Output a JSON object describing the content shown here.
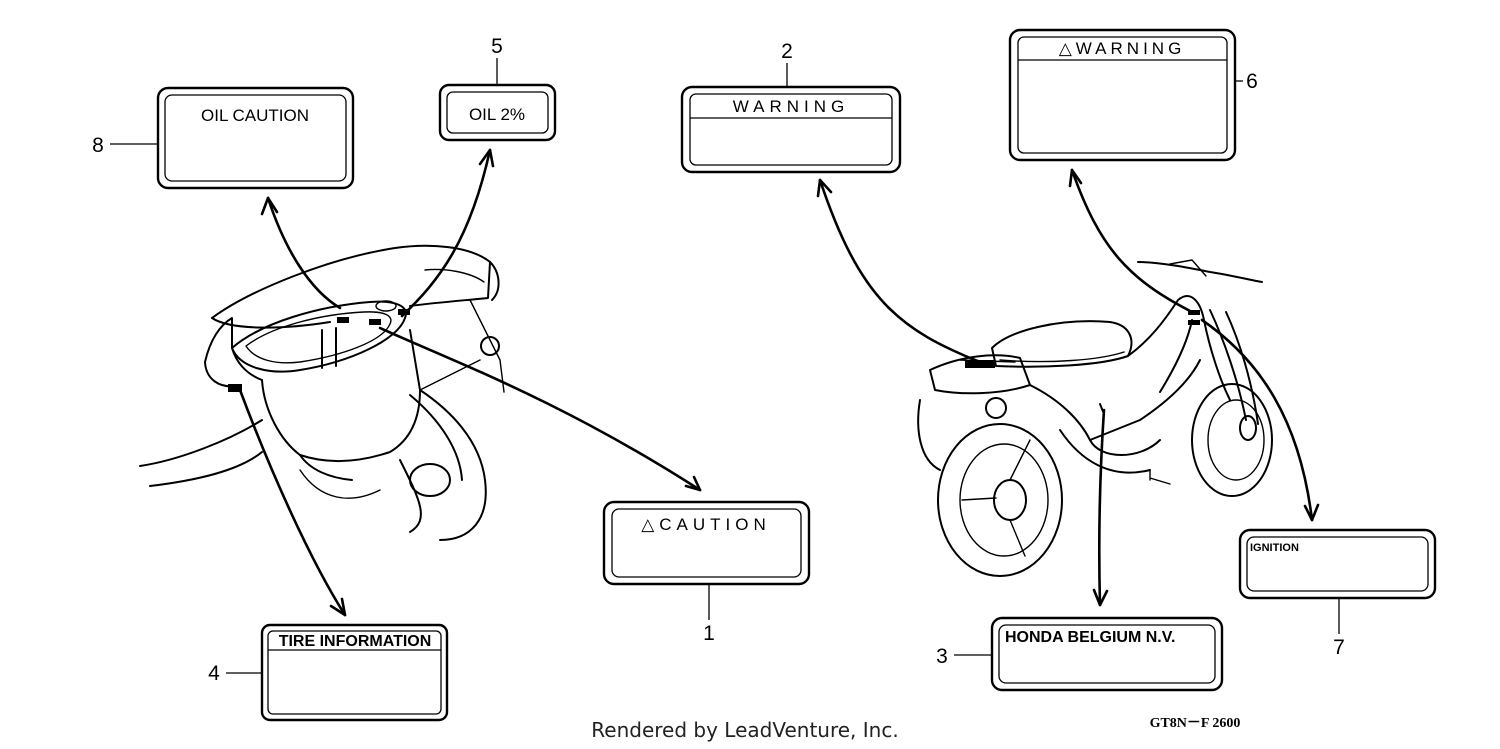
{
  "labels": {
    "l1": {
      "number": "1",
      "text": "△CAUTION"
    },
    "l2": {
      "number": "2",
      "text": "WARNING"
    },
    "l3": {
      "number": "3",
      "text": "HONDA BELGIUM N.V."
    },
    "l4": {
      "number": "4",
      "text": "TIRE INFORMATION"
    },
    "l5": {
      "number": "5",
      "text": "OIL 2%"
    },
    "l6": {
      "number": "6",
      "text": "△WARNING"
    },
    "l7": {
      "number": "7",
      "text": "IGNITION"
    },
    "l8": {
      "number": "8",
      "text": "OIL CAUTION"
    }
  },
  "footer": {
    "credit": "Rendered by LeadVenture, Inc.",
    "code": "GT8N－F 2600"
  }
}
